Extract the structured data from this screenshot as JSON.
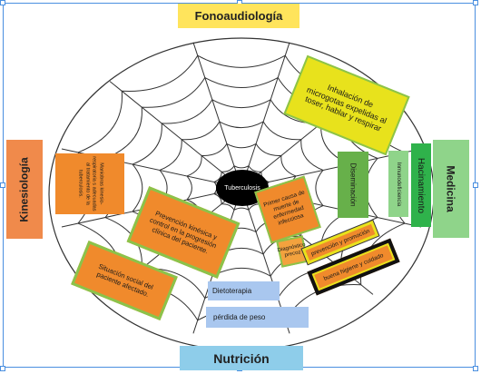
{
  "center": {
    "label": "Tuberculosis"
  },
  "top": {
    "label": "Fonoaudiología",
    "color": "#ffe45c"
  },
  "bottom": {
    "label": "Nutrición",
    "color": "#8ecdea"
  },
  "left": {
    "label": "Kinesiología",
    "color": "#f08a4b"
  },
  "right": {
    "label": "Medicina",
    "color": "#8fd48a"
  },
  "nodes": {
    "inhalacion": {
      "label": "Inhalación de microgotas expelidas al toser, hablar y respirar",
      "fill": "#e8e21c",
      "border": "#8bc34a"
    },
    "diseminacion": {
      "label": "Diseminación",
      "fill": "#67b04a"
    },
    "inmunodeficiencia": {
      "label": "Inmunodeficiencia",
      "fill": "#8fd48a"
    },
    "hacinamiento": {
      "label": "Hacinamiento",
      "fill": "#2fb24b"
    },
    "primera_causa": {
      "label": "Primer causa de muerte de enfermedad infecciosa",
      "fill": "#f08a2c",
      "border": "#8bc34a"
    },
    "diagnostico": {
      "label": "Diagnóstico precoz",
      "fill": "#f3a23e",
      "border": "#8bc34a"
    },
    "prevencion_promocion": {
      "label": "prevención y promoción",
      "fill": "#f08a2c",
      "border": "#e8e21c"
    },
    "higiene": {
      "label": "buena higiene y cuidado",
      "fill": "#f08a2c",
      "border": "#111111",
      "inner": "#e8e21c"
    },
    "maniobras": {
      "label": "Maniobras kinesio-respiratoria s adecuadas al tratamiento de la tuberculosis.",
      "fill": "#f08a2c"
    },
    "prevencion_kinesica": {
      "label": "Prevención kinésica y control en la progresión clínica del paciente.",
      "fill": "#f08a2c",
      "border": "#8bc34a"
    },
    "situacion": {
      "label": "Situación social del paciente afectado.",
      "fill": "#f08a2c",
      "border": "#8bc34a"
    },
    "dietoterapia": {
      "label": "Dietoterapia",
      "fill": "#a9c7ef"
    },
    "perdida": {
      "label": "pérdida de peso",
      "fill": "#a9c7ef"
    }
  }
}
